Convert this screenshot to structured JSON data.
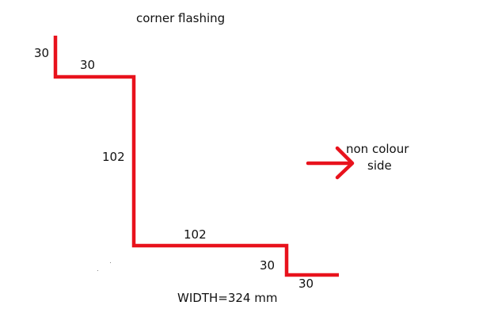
{
  "title": "corner flashing",
  "colors": {
    "profile": "#e8121c",
    "arrow": "#e8121c",
    "text": "#111111",
    "background": "#ffffff"
  },
  "dimensions": {
    "d1": "30",
    "d2": "30",
    "d3": "102",
    "d4": "102",
    "d5": "30",
    "d6": "30"
  },
  "width_label": "WIDTH=324 mm",
  "note": {
    "line1": "non colour",
    "line2": "side"
  }
}
